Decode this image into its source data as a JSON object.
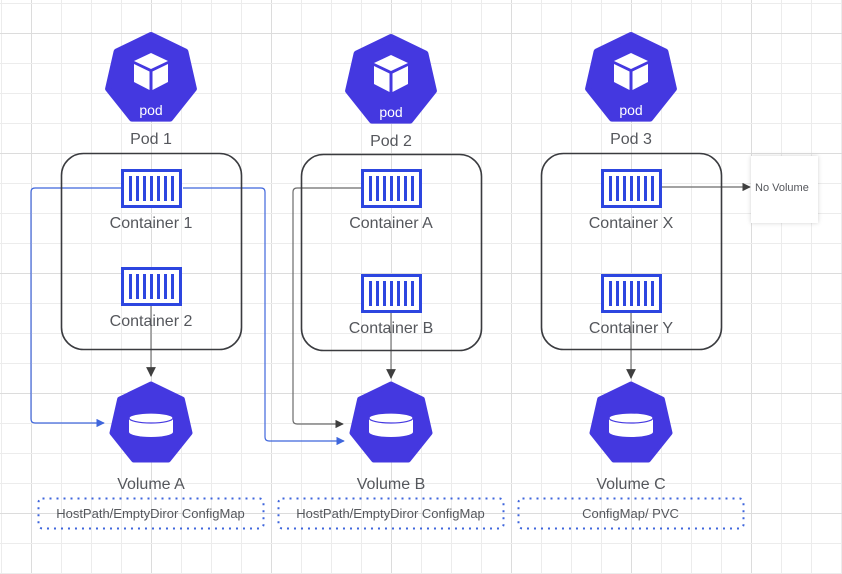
{
  "colors": {
    "k8s_blue": "#4438E0",
    "container_blue": "#2D46E0",
    "frame": "#3a3b3f",
    "arrow_gray": "#6b6b6b",
    "link_blue": "#3f66dc",
    "label": "#55575c",
    "grid_minor": "#ececec",
    "grid_major": "#dcdcdc"
  },
  "pods": [
    {
      "icon_text": "pod",
      "label": "Pod 1",
      "containers": [
        "Container 1",
        "Container 2"
      ],
      "volume": "Volume A",
      "volume_types": "HostPath/EmptyDiror ConfigMap"
    },
    {
      "icon_text": "pod",
      "label": "Pod 2",
      "containers": [
        "Container A",
        "Container B"
      ],
      "volume": "Volume B",
      "volume_types": "HostPath/EmptyDiror ConfigMap"
    },
    {
      "icon_text": "pod",
      "label": "Pod 3",
      "containers": [
        "Container X",
        "Container Y"
      ],
      "volume": "Volume C",
      "volume_types": "ConfigMap/ PVC"
    }
  ],
  "no_volume_label": "No Volume",
  "connections": [
    {
      "from": "Container 2",
      "to": "Volume A",
      "style": "gray"
    },
    {
      "from": "Container 1",
      "to": "Volume A",
      "style": "blue"
    },
    {
      "from": "Container 1",
      "to": "Volume B",
      "style": "blue"
    },
    {
      "from": "Container A",
      "to": "Volume B",
      "style": "gray"
    },
    {
      "from": "Container B",
      "to": "Volume B",
      "style": "gray"
    },
    {
      "from": "Container Y",
      "to": "Volume C",
      "style": "gray"
    },
    {
      "from": "Container X",
      "to": "No Volume",
      "style": "gray"
    }
  ]
}
